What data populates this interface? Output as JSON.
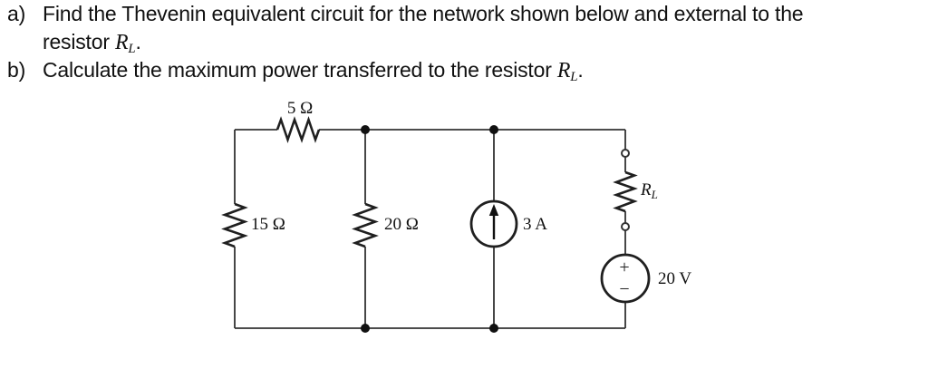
{
  "problem": {
    "item_a": {
      "marker": "a)",
      "line1": "Find the Thevenin equivalent circuit for the network shown below and external to the",
      "line2_prefix": "resistor ",
      "period": "."
    },
    "item_b": {
      "marker": "b)",
      "prefix": "Calculate the maximum power transferred to the resistor ",
      "period": "."
    },
    "load_symbol": {
      "base": "R",
      "sub": "L"
    }
  },
  "circuit": {
    "components": [
      {
        "id": "top-resistor",
        "type": "resistor",
        "label": "5 Ω"
      },
      {
        "id": "left-resistor",
        "type": "resistor",
        "label": "15 Ω"
      },
      {
        "id": "middle-resistor",
        "type": "resistor",
        "label": "20 Ω"
      },
      {
        "id": "current-source",
        "type": "current-source",
        "label": "3 A",
        "direction": "up"
      },
      {
        "id": "load-resistor",
        "type": "resistor",
        "label_base": "R",
        "label_sub": "L"
      },
      {
        "id": "voltage-source",
        "type": "voltage-source",
        "label": "20 V",
        "plus": "+",
        "minus": "−"
      }
    ]
  },
  "colors": {
    "background": "#ffffff",
    "wire": "#333333",
    "symbol": "#1f1f1f",
    "text": "#111111"
  }
}
